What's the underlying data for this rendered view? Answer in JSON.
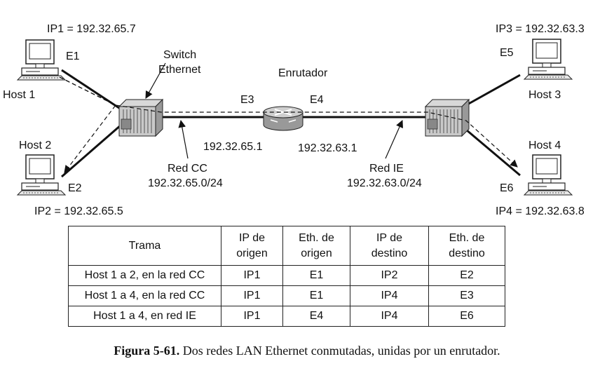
{
  "hosts": [
    {
      "name": "Host 1",
      "ip": "IP1 = 192.32.65.7",
      "eth": "E1"
    },
    {
      "name": "Host 2",
      "ip": "IP2 = 192.32.65.5",
      "eth": "E2"
    },
    {
      "name": "Host 3",
      "ip": "IP3 = 192.32.63.3",
      "eth": "E5"
    },
    {
      "name": "Host 4",
      "ip": "IP4 = 192.32.63.8",
      "eth": "E6"
    }
  ],
  "switch_label": [
    "Switch",
    "Ethernet"
  ],
  "router": {
    "label": "Enrutador",
    "port_left": "E3",
    "port_right": "E4",
    "ip_left": "192.32.65.1",
    "ip_right": "192.32.63.1"
  },
  "networks": [
    {
      "name": "Red CC",
      "prefix": "192.32.65.0/24"
    },
    {
      "name": "Red IE",
      "prefix": "192.32.63.0/24"
    }
  ],
  "table": {
    "headers": [
      [
        "Trama"
      ],
      [
        "IP de",
        "origen"
      ],
      [
        "Eth. de",
        "origen"
      ],
      [
        "IP de",
        "destino"
      ],
      [
        "Eth. de",
        "destino"
      ]
    ],
    "rows": [
      [
        "Host 1 a 2, en la red CC",
        "IP1",
        "E1",
        "IP2",
        "E2"
      ],
      [
        "Host 1 a 4, en la red CC",
        "IP1",
        "E1",
        "IP4",
        "E3"
      ],
      [
        "Host 1 a 4, en red IE",
        "IP1",
        "E4",
        "IP4",
        "E6"
      ]
    ]
  },
  "caption": {
    "figure": "Figura 5-61.",
    "text": "Dos redes LAN Ethernet conmutadas, unidas por un enrutador."
  }
}
